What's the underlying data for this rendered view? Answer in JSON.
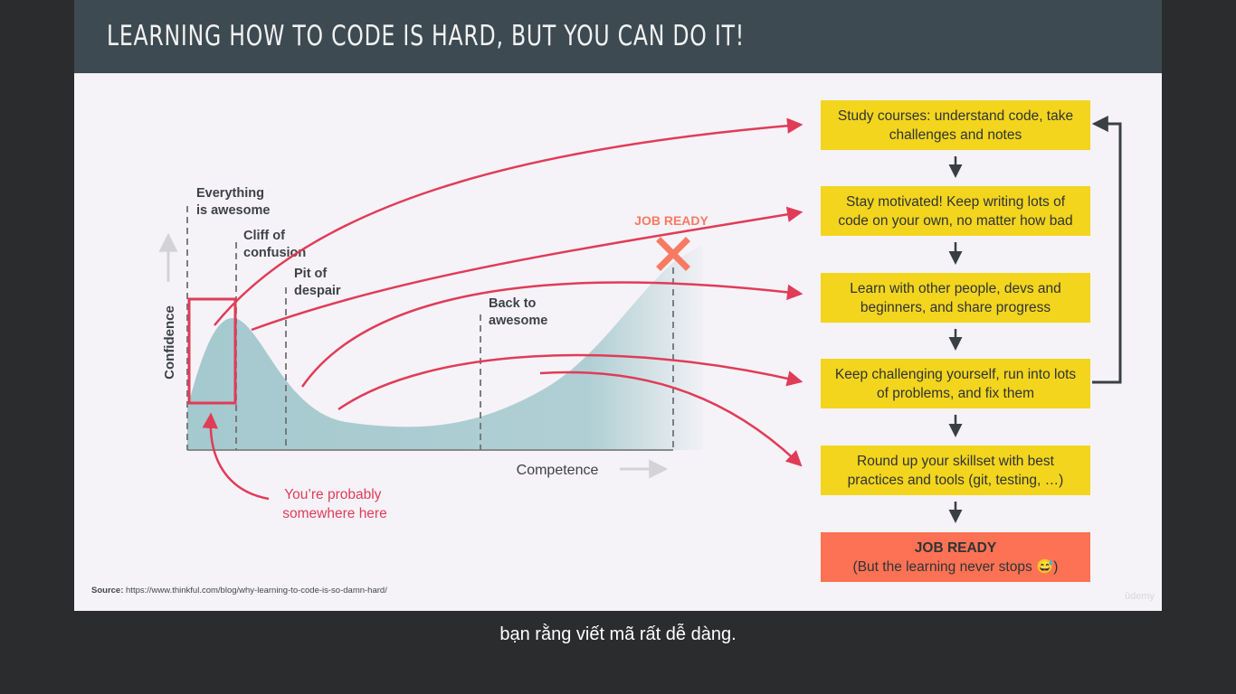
{
  "slide": {
    "title": "LEARNING HOW TO CODE IS HARD, BUT YOU CAN DO IT!",
    "source_label": "Source:",
    "source_url": "https://www.thinkful.com/blog/why-learning-to-code-is-so-damn-hard/",
    "watermark": "ûdemy"
  },
  "diagram": {
    "y_axis_label": "Confidence",
    "x_axis_label": "Competence",
    "phases": [
      {
        "line1": "Everything",
        "line2": "is awesome"
      },
      {
        "line1": "Cliff of",
        "line2": "confusion"
      },
      {
        "line1": "Pit of",
        "line2": "despair"
      },
      {
        "line1": "Back to",
        "line2": "awesome"
      }
    ],
    "job_ready_marker": "JOB READY",
    "you_are_here": {
      "line1": "You’re probably",
      "line2": "somewhere here"
    },
    "colors": {
      "curve": "#a7cbd0",
      "arrow": "#e03c58",
      "highlight": "#e03c58",
      "stage_box": "#f3d51e",
      "final_box": "#fd7254",
      "marker": "#f77a63"
    }
  },
  "stages": [
    {
      "line1": "Study courses: understand code, take",
      "line2": "challenges and notes"
    },
    {
      "line1": "Stay motivated! Keep writing lots of",
      "line2": "code on your own, no matter how bad"
    },
    {
      "line1": "Learn with other people, devs and",
      "line2": "beginners, and share progress"
    },
    {
      "line1": "Keep challenging yourself, run into lots",
      "line2": "of problems, and fix them"
    },
    {
      "line1": "Round up your skillset with best",
      "line2": "practices and tools (git, testing, …)"
    }
  ],
  "final_stage": {
    "title": "JOB READY",
    "subtitle": "(But the learning never stops 😅)"
  },
  "caption": "bạn rằng viết mã rất dễ dàng."
}
